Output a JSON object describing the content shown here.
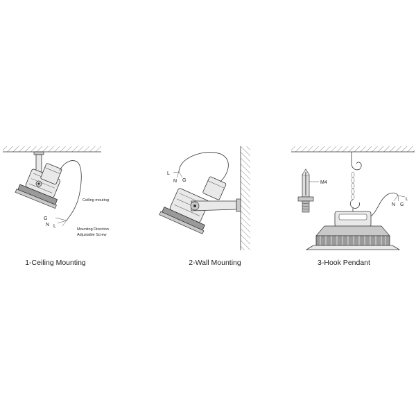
{
  "ceiling": {
    "label_ceiling": "Ceiling mouting",
    "wire_g": "G",
    "wire_n": "N",
    "wire_l": "L",
    "note_line1": "Mounting Direction",
    "note_line2": "Adjustable Screw",
    "caption": "1-Ceiling Mounting"
  },
  "wall": {
    "wire_l": "L",
    "wire_n": "N",
    "wire_g": "G",
    "caption": "2-Wall Mounting"
  },
  "hook": {
    "screw_label": "M4",
    "wire_l": "L",
    "wire_n": "N",
    "wire_g": "G",
    "caption": "3-Hook Pendant"
  },
  "colors": {
    "line": "#333333",
    "fill_light": "#e9e9e9",
    "fill_dark": "#9a9a9a"
  }
}
